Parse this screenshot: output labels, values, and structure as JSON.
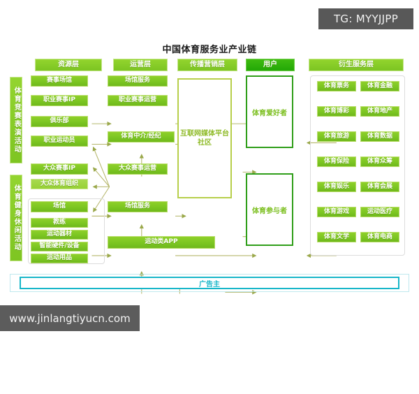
{
  "overlays": {
    "tg_badge": "TG: MYYJJPP",
    "site_watermark": "www.jinlangtiyucn.com"
  },
  "chart": {
    "title": "中国体育服务业产业链"
  },
  "colors": {
    "chip_green": "#7cc622",
    "user_green": "#22a806",
    "advertiser_cyan": "#17b6c9",
    "connector_olive": "#b5b66a",
    "watermark_gray": "#585858"
  },
  "headers": [
    {
      "label": "资源层",
      "name": "resource-layer"
    },
    {
      "label": "运营层",
      "name": "operation-layer"
    },
    {
      "label": "传播营销层",
      "name": "marketing-layer"
    },
    {
      "label": "用户",
      "name": "user-layer"
    },
    {
      "label": "衍生服务层",
      "name": "derivative-layer"
    }
  ],
  "side_labels": [
    {
      "label": "体育竞赛表演活动"
    },
    {
      "label": "体育健身休闲活动"
    }
  ],
  "resource_items": [
    {
      "label": "赛事场馆"
    },
    {
      "label": "职业赛事IP"
    },
    {
      "label": "俱乐部"
    },
    {
      "label": "职业运动员"
    },
    {
      "label": "大众赛事IP"
    },
    {
      "label": "大众体育组织"
    },
    {
      "label": "场馆"
    },
    {
      "label": "教练"
    },
    {
      "label": "运动器材"
    },
    {
      "label": "智能硬件/设备"
    },
    {
      "label": "运动用品"
    }
  ],
  "operation_items": [
    {
      "label": "场馆服务"
    },
    {
      "label": "职业赛事运营"
    },
    {
      "label": "体育中介/经纪"
    },
    {
      "label": "大众赛事运营"
    },
    {
      "label": "场馆服务"
    },
    {
      "label": "运动类APP"
    }
  ],
  "marketing_items": [
    {
      "label": "互联网媒体平台社区"
    }
  ],
  "user_items": [
    {
      "label": "体育爱好者"
    },
    {
      "label": "体育参与者"
    }
  ],
  "derivative_items": [
    {
      "label": "体育票务"
    },
    {
      "label": "体育金融"
    },
    {
      "label": "体育博彩"
    },
    {
      "label": "体育地产"
    },
    {
      "label": "体育旅游"
    },
    {
      "label": "体育数据"
    },
    {
      "label": "体育保险"
    },
    {
      "label": "体育众筹"
    },
    {
      "label": "体育娱乐"
    },
    {
      "label": "体育会展"
    },
    {
      "label": "体育游戏"
    },
    {
      "label": "运动医疗"
    },
    {
      "label": "体育文学"
    },
    {
      "label": "体育电商"
    }
  ],
  "advertiser": {
    "label": "广告主"
  },
  "chart_data": {
    "type": "diagram",
    "title": "中国体育服务业产业链",
    "layout": "5-column value chain, left vertical segment labels, bottom advertiser rail",
    "columns": [
      "资源层",
      "运营层",
      "传播营销层",
      "用户",
      "衍生服务层"
    ],
    "segments": [
      "体育竞赛表演活动",
      "体育健身休闲活动"
    ],
    "nodes": {
      "资源层": [
        "赛事场馆",
        "职业赛事IP",
        "俱乐部",
        "职业运动员",
        "大众赛事IP",
        "大众体育组织",
        "场馆",
        "教练",
        "运动器材",
        "智能硬件/设备",
        "运动用品"
      ],
      "运营层": [
        "场馆服务",
        "职业赛事运营",
        "体育中介/经纪",
        "大众赛事运营",
        "场馆服务",
        "运动类APP"
      ],
      "传播营销层": [
        "互联网媒体平台社区"
      ],
      "用户": [
        "体育爱好者",
        "体育参与者"
      ],
      "衍生服务层": [
        "体育票务",
        "体育金融",
        "体育博彩",
        "体育地产",
        "体育旅游",
        "体育数据",
        "体育保险",
        "体育众筹",
        "体育娱乐",
        "体育会展",
        "体育游戏",
        "运动医疗",
        "体育文学",
        "体育电商"
      ]
    },
    "bottom_rail": "广告主"
  }
}
